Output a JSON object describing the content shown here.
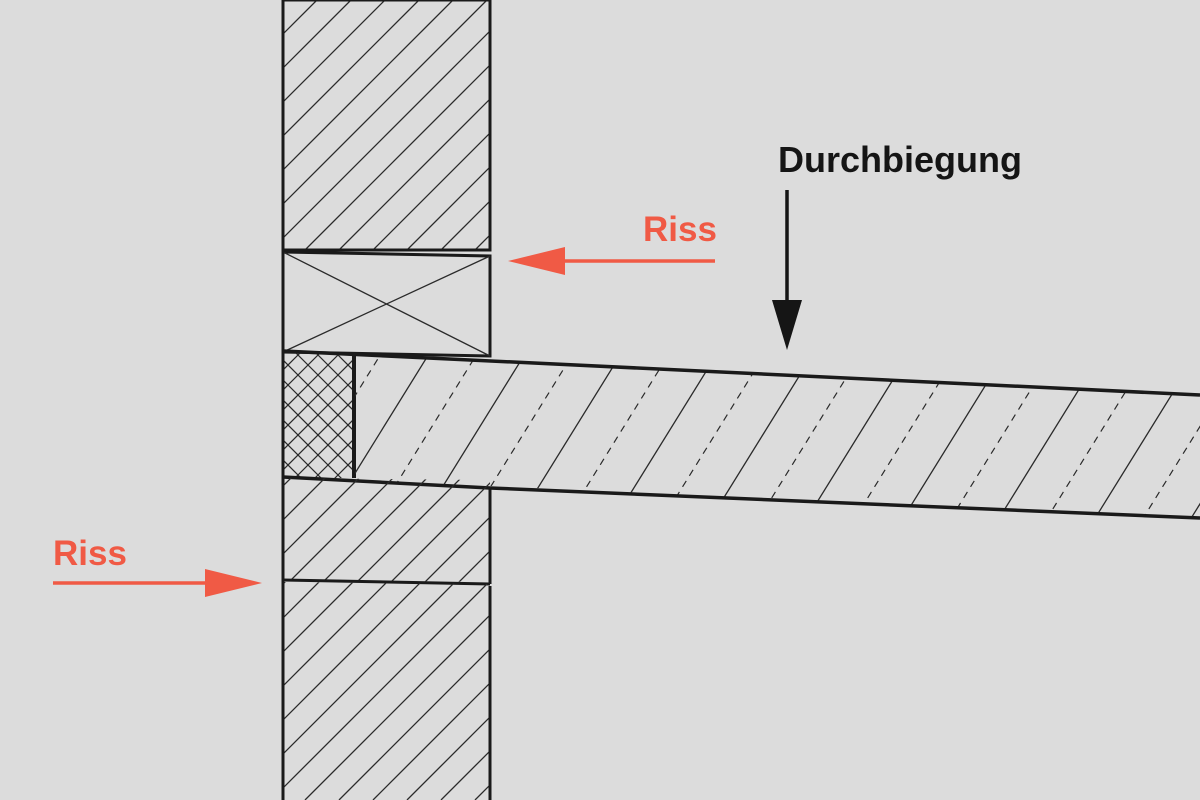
{
  "labels": {
    "deflection": "Durchbiegung",
    "crack_upper": "Riss",
    "crack_lower": "Riss"
  },
  "colors": {
    "background": "#dcdcdc",
    "line": "#1a1a1a",
    "hatch": "#2a2a2a",
    "crack_accent": "#f05a45"
  }
}
